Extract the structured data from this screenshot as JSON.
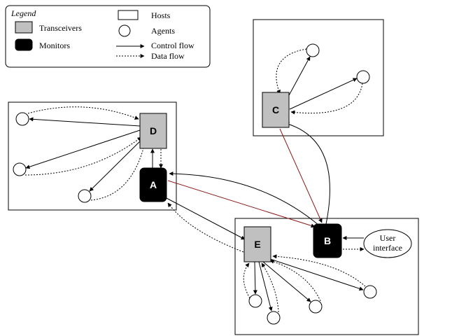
{
  "legend": {
    "title": "Legend",
    "transceivers": "Transceivers",
    "monitors": "Monitors",
    "hosts": "Hosts",
    "agents": "Agents",
    "control_flow": "Control flow",
    "data_flow": "Data flow"
  },
  "nodes": {
    "A": "A",
    "B": "B",
    "C": "C",
    "D": "D",
    "E": "E"
  },
  "user_interface": {
    "line1": "User",
    "line2": "interface"
  },
  "colors": {
    "transceiver_fill": "#c0c0c0",
    "monitor_fill": "#000000",
    "monitor_text": "#ffffff",
    "line": "#000000",
    "red_line": "#8b1a1a"
  }
}
